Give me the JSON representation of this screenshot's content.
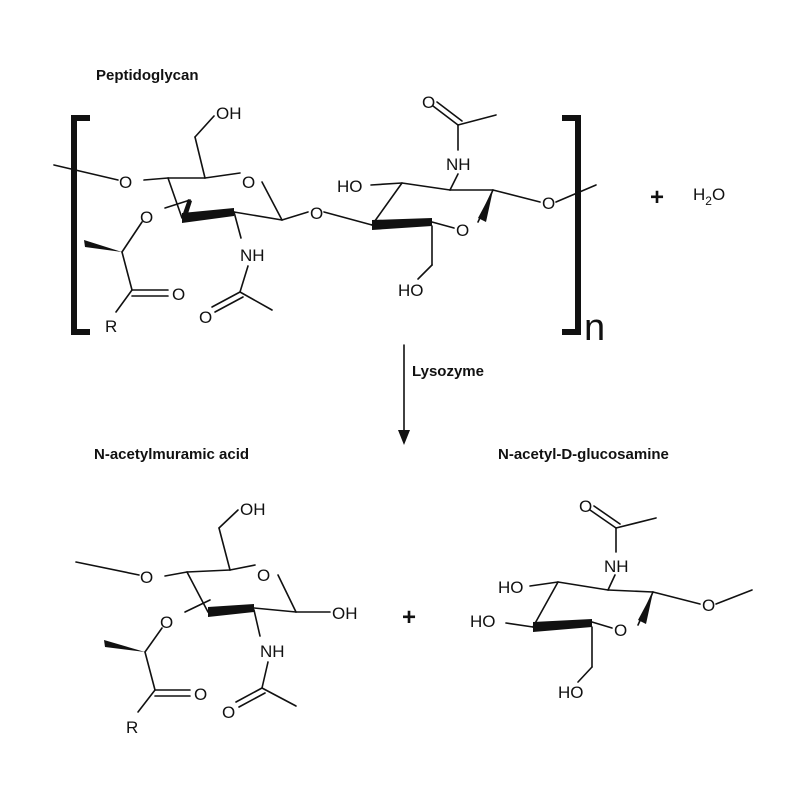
{
  "titles": {
    "reactant": "Peptidoglycan",
    "enzyme": "Lysozyme",
    "product1": "N-acetylmuramic acid",
    "product2": "N-acetyl-D-glucosamine"
  },
  "atoms": {
    "oh": "OH",
    "ho": "HO",
    "o": "O",
    "nh": "NH",
    "r": "R"
  },
  "water": {
    "h": "H",
    "sub": "2",
    "o": "O"
  },
  "repeat_label": "n",
  "plus": "+"
}
